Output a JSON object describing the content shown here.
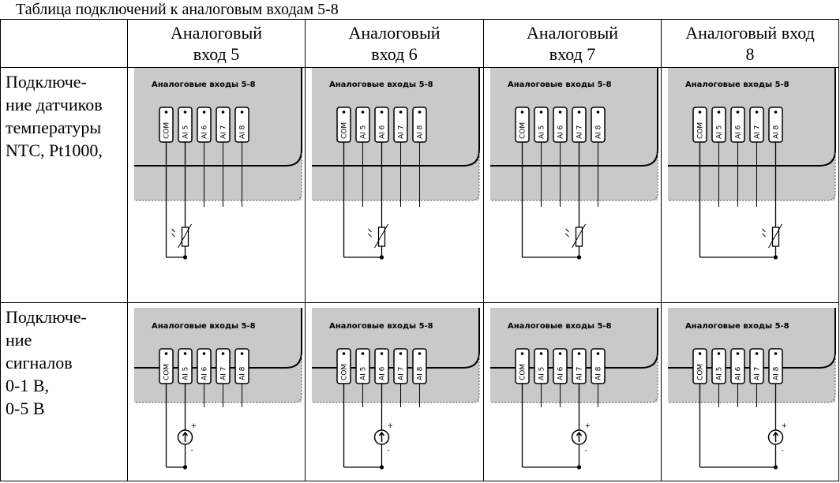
{
  "caption": "Таблица подключений к аналоговым входам 5-8",
  "columns": [
    {
      "line1": "Аналоговый",
      "line2": "вход 5"
    },
    {
      "line1": "Аналоговый",
      "line2": "вход 6"
    },
    {
      "line1": "Аналоговый",
      "line2": "вход 7"
    },
    {
      "line1": "Аналоговый вход",
      "line2": "8"
    }
  ],
  "rows": [
    {
      "label_lines": [
        "Подключе-",
        "ние датчиков",
        "температуры",
        "NTC, Pt1000,"
      ],
      "sensor": "thermistor"
    },
    {
      "label_lines": [
        "Подключе-",
        "ние",
        "сигналов",
        "0-1 В,",
        "0-5 В"
      ],
      "sensor": "voltage-source"
    }
  ],
  "panel_title": "Аналоговые входы 5-8",
  "terminals": [
    "COM",
    "AI 5",
    "AI 6",
    "AI 7",
    "AI 8"
  ],
  "source_polarity": {
    "plus": "+",
    "minus": "-"
  },
  "colors": {
    "panel": "#c9c9c9",
    "line": "#000000"
  }
}
